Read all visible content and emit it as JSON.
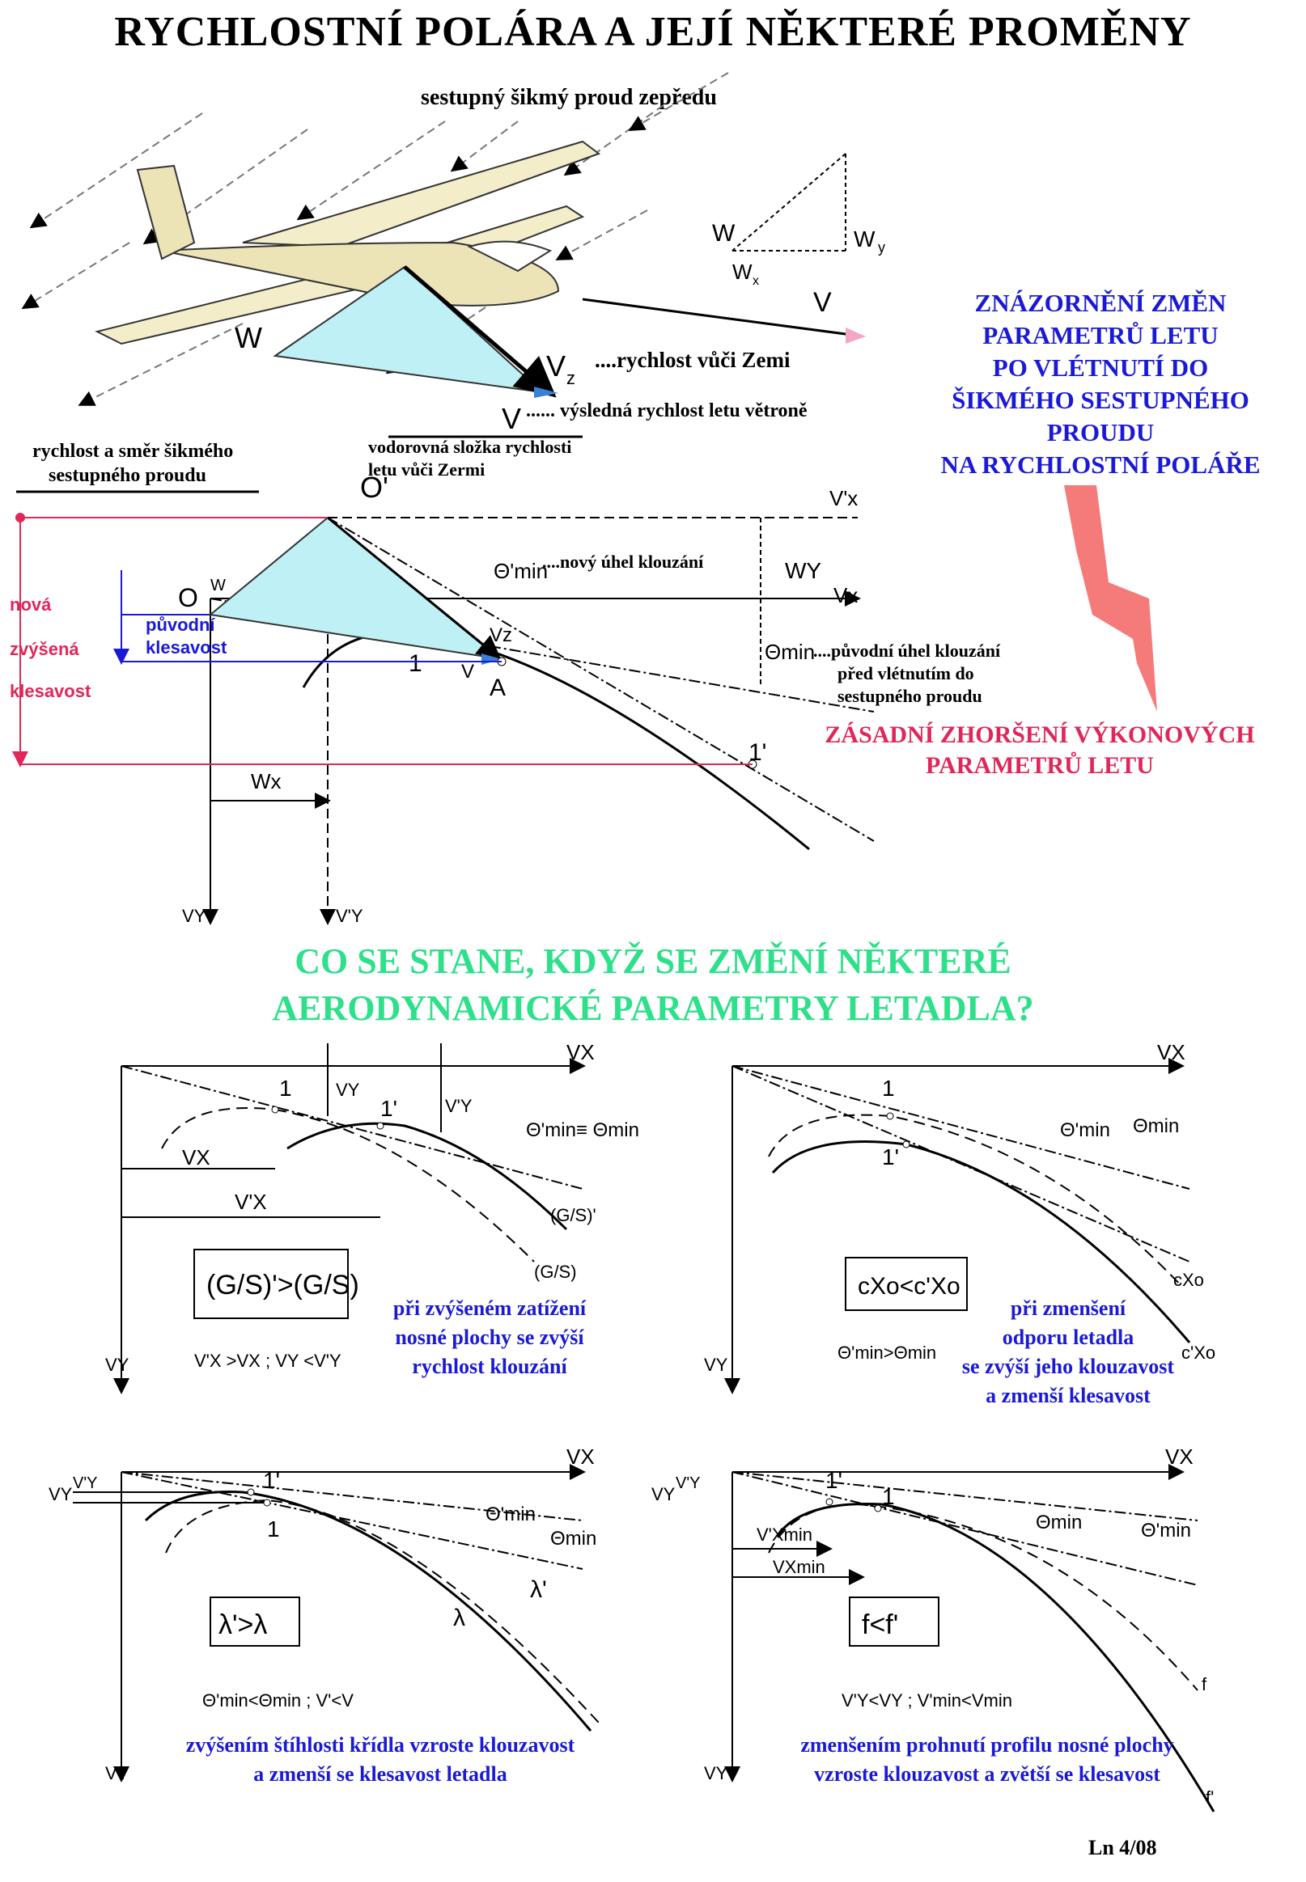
{
  "title": "RYCHLOSTNÍ POLÁRA A JEJÍ NĚKTERÉ PROMĚNY",
  "top_section": {
    "stream_label": "sestupný  šikmý   proud  zepředu",
    "vz_label": "....rychlost vůči Zemi",
    "v_label": "...... výsledná rychlost letu větroně",
    "horizontal_label_1": "vodorovná složka rychlosti",
    "horizontal_label_2": "letu vůči Zermi",
    "stream_dir_label_1": "rychlost a směr šikmého",
    "stream_dir_label_2": "sestupného proudu",
    "new_angle_label": "....nový úhel klouzání",
    "orig_angle_label_1": "....původní úhel klouzání",
    "orig_angle_label_2": "před vlétnutím do",
    "orig_angle_label_3": "sestupného  proudu",
    "orig_sink_label_1": "původní",
    "orig_sink_label_2": "klesavost",
    "new_sink_1": "nová",
    "new_sink_2": "zvýšená",
    "new_sink_3": "klesavost",
    "right_blue_1": "ZNÁZORNĚNÍ ZMĚN",
    "right_blue_2": "PARAMETRŮ LETU",
    "right_blue_3": "PO VLÉTNUTÍ DO",
    "right_blue_4": "ŠIKMÉHO SESTUPNÉHO",
    "right_blue_5": "PROUDU",
    "right_blue_6": "NA RYCHLOSTNÍ POLÁŘE",
    "right_red_1": "ZÁSADNÍ  ZHORŠENÍ  VÝKONOVÝCH",
    "right_red_2": "PARAMETRŮ  LETU"
  },
  "question": {
    "line1": "CO  SE  STANE,  KDYŽ  SE  ZMĚNÍ  NĚKTERÉ",
    "line2": "AERODYNAMICKÉ PARAMETRY  LETADLA?"
  },
  "panels": {
    "tl": {
      "c1": "při zvýšeném zatížení",
      "c2": "nosné plochy se zvýší",
      "c3": "rychlost klouzání"
    },
    "tr": {
      "c1": "při zmenšení",
      "c2": "odporu letadla",
      "c3": "se zvýší jeho klouzavost",
      "c4": "a zmenší klesavost"
    },
    "bl": {
      "c1": "zvýšením štíhlosti křídla vzroste klouzavost",
      "c2": "a zmenší se klesavost letadla"
    },
    "br": {
      "c1": "zmenšením prohnutí profilu nosné plochy",
      "c2": "vzroste klouzavost a zvětší se klesavost"
    }
  },
  "footer": "Ln 4/08",
  "colors": {
    "red": "#e0275a",
    "blue": "#1a1ad6",
    "green": "#2ee08a",
    "cyan": "#bff0f5"
  }
}
